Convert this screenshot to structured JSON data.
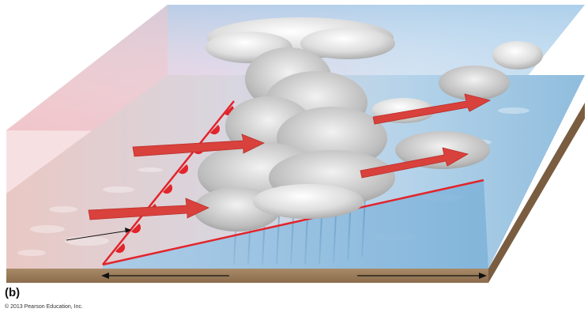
{
  "figure": {
    "panel_label": "(b)",
    "copyright": "© 2013 Pearson Education, Inc."
  },
  "colors": {
    "warm_air": "#e8a6a8",
    "cold_air": "#9cc3e2",
    "front_line": "#e2242b",
    "arrow": "#d9413c",
    "ground": "#9a7a58",
    "cloud": "#e9e9e9"
  },
  "icons": {
    "front_symbol": "warm-front-semicircles",
    "flow_arrows": "red-block-arrows",
    "scale_arrow": "double-headed-black-arrow"
  }
}
